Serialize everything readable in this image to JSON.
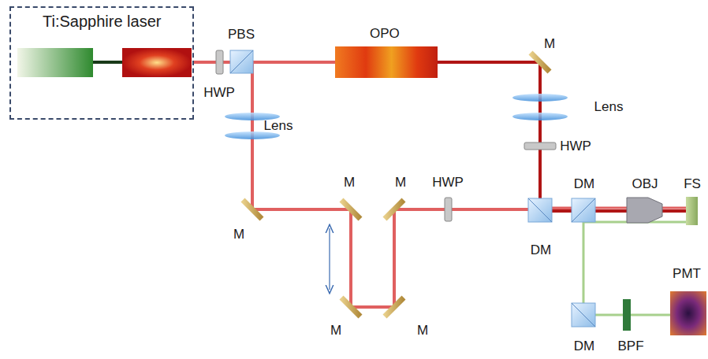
{
  "diagram": {
    "nodes": [
      {
        "text": [
          "Ti:Sapphire laser"
        ]
      },
      {
        "text": [
          "OPO"
        ]
      }
    ],
    "edges": [
      {
        "from": 0,
        "to": 1,
        "arrow": "none"
      }
    ],
    "labels": [
      "PBS",
      "M",
      "HWP",
      "Lens",
      "Lens",
      "HWP",
      "M",
      "M",
      "M",
      "HWP",
      "DM",
      "OBJ",
      "FS",
      "DM",
      "PMT",
      "M",
      "M",
      "DM",
      "BPF"
    ]
  }
}
